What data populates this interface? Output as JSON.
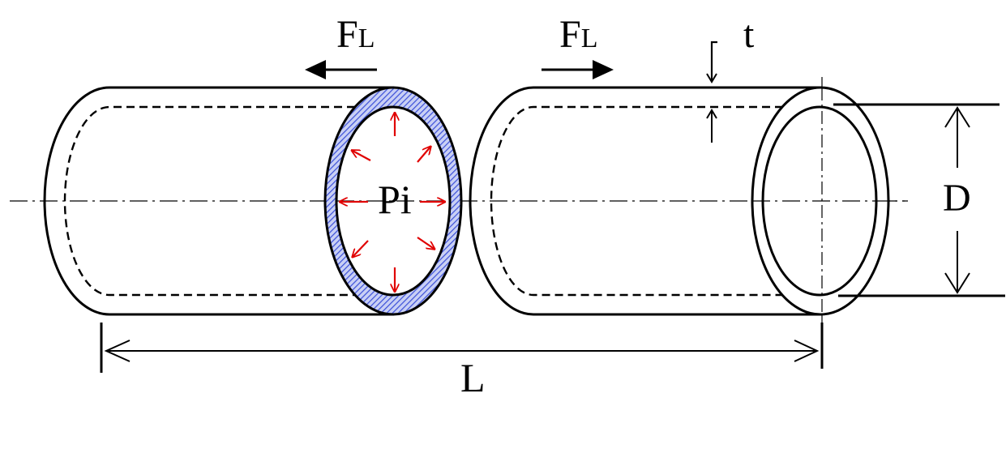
{
  "labels": {
    "force_main": "F",
    "force_sub": "L",
    "internal_pressure": "Pi",
    "wall_thickness": "t",
    "diameter": "D",
    "length": "L"
  },
  "colors": {
    "line": "#000000",
    "pressure_arrows": "#e00000",
    "section_hatch": "#3a4fd8",
    "section_hatch_light": "#c9d0f5"
  }
}
